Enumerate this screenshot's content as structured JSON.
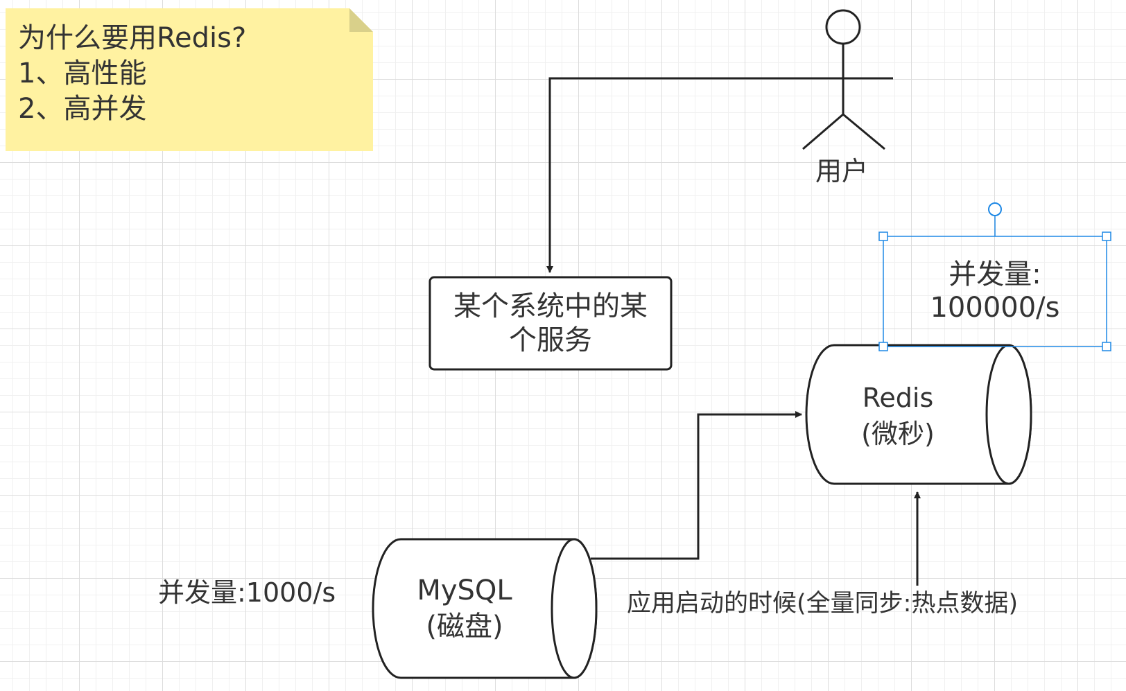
{
  "sticky_note": {
    "title": "为什么要用Redis?",
    "items": [
      "1、高性能",
      "2、高并发"
    ]
  },
  "user": {
    "label": "用户"
  },
  "service": {
    "line1": "某个系统中的某",
    "line2": "个服务"
  },
  "redis": {
    "name": "Redis",
    "subtitle": "(微秒)"
  },
  "mysql": {
    "name": "MySQL",
    "subtitle": "(磁盘)"
  },
  "redis_concurrency": {
    "line1": "并发量:",
    "line2": "100000/s"
  },
  "mysql_concurrency": "并发量:1000/s",
  "sync_label": "应用启动的时候(全量同步:热点数据)",
  "colors": {
    "note": "#fff2a1",
    "stroke": "#222222",
    "selection": "#1e88e5",
    "text": "#333333"
  },
  "icons": [
    "stick-figure-icon",
    "rotation-handle-icon"
  ]
}
